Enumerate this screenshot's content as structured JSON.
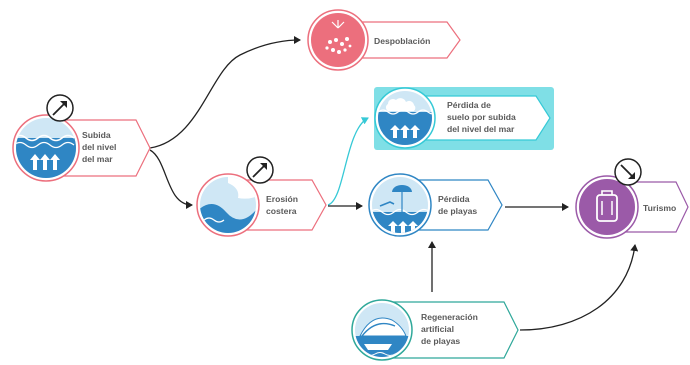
{
  "colors": {
    "blue_dark": "#2f86c4",
    "blue_light": "#cfe7f5",
    "pink": "#ec6f7d",
    "pink_light": "#f7c6cc",
    "purple": "#9b5aa8",
    "purple_light": "#e6d2ea",
    "teal": "#36c9d6",
    "teal_box": "#7fdfe6",
    "arrow": "#222222"
  },
  "nodes": {
    "subida": {
      "lines": [
        "Subida",
        "del nivel",
        "del mar"
      ],
      "icon": "sea-level-rise-icon",
      "trend": "increase"
    },
    "despoblacion": {
      "lines": [
        "Despoblación"
      ],
      "icon": "depopulation-icon"
    },
    "erosion": {
      "lines": [
        "Erosión",
        "costera"
      ],
      "icon": "coastal-erosion-icon",
      "trend": "increase"
    },
    "perdida_suelo": {
      "lines": [
        "Pérdida de",
        "suelo por subida",
        "del nivel del mar"
      ],
      "icon": "land-loss-icon",
      "highlighted": true
    },
    "perdida_playas": {
      "lines": [
        "Pérdida",
        "de playas"
      ],
      "icon": "beach-loss-icon"
    },
    "turismo": {
      "lines": [
        "Turismo"
      ],
      "icon": "suitcase-icon",
      "trend": "decrease"
    },
    "regeneracion": {
      "lines": [
        "Regeneración",
        "artificial",
        "de playas"
      ],
      "icon": "beach-regeneration-icon"
    }
  }
}
